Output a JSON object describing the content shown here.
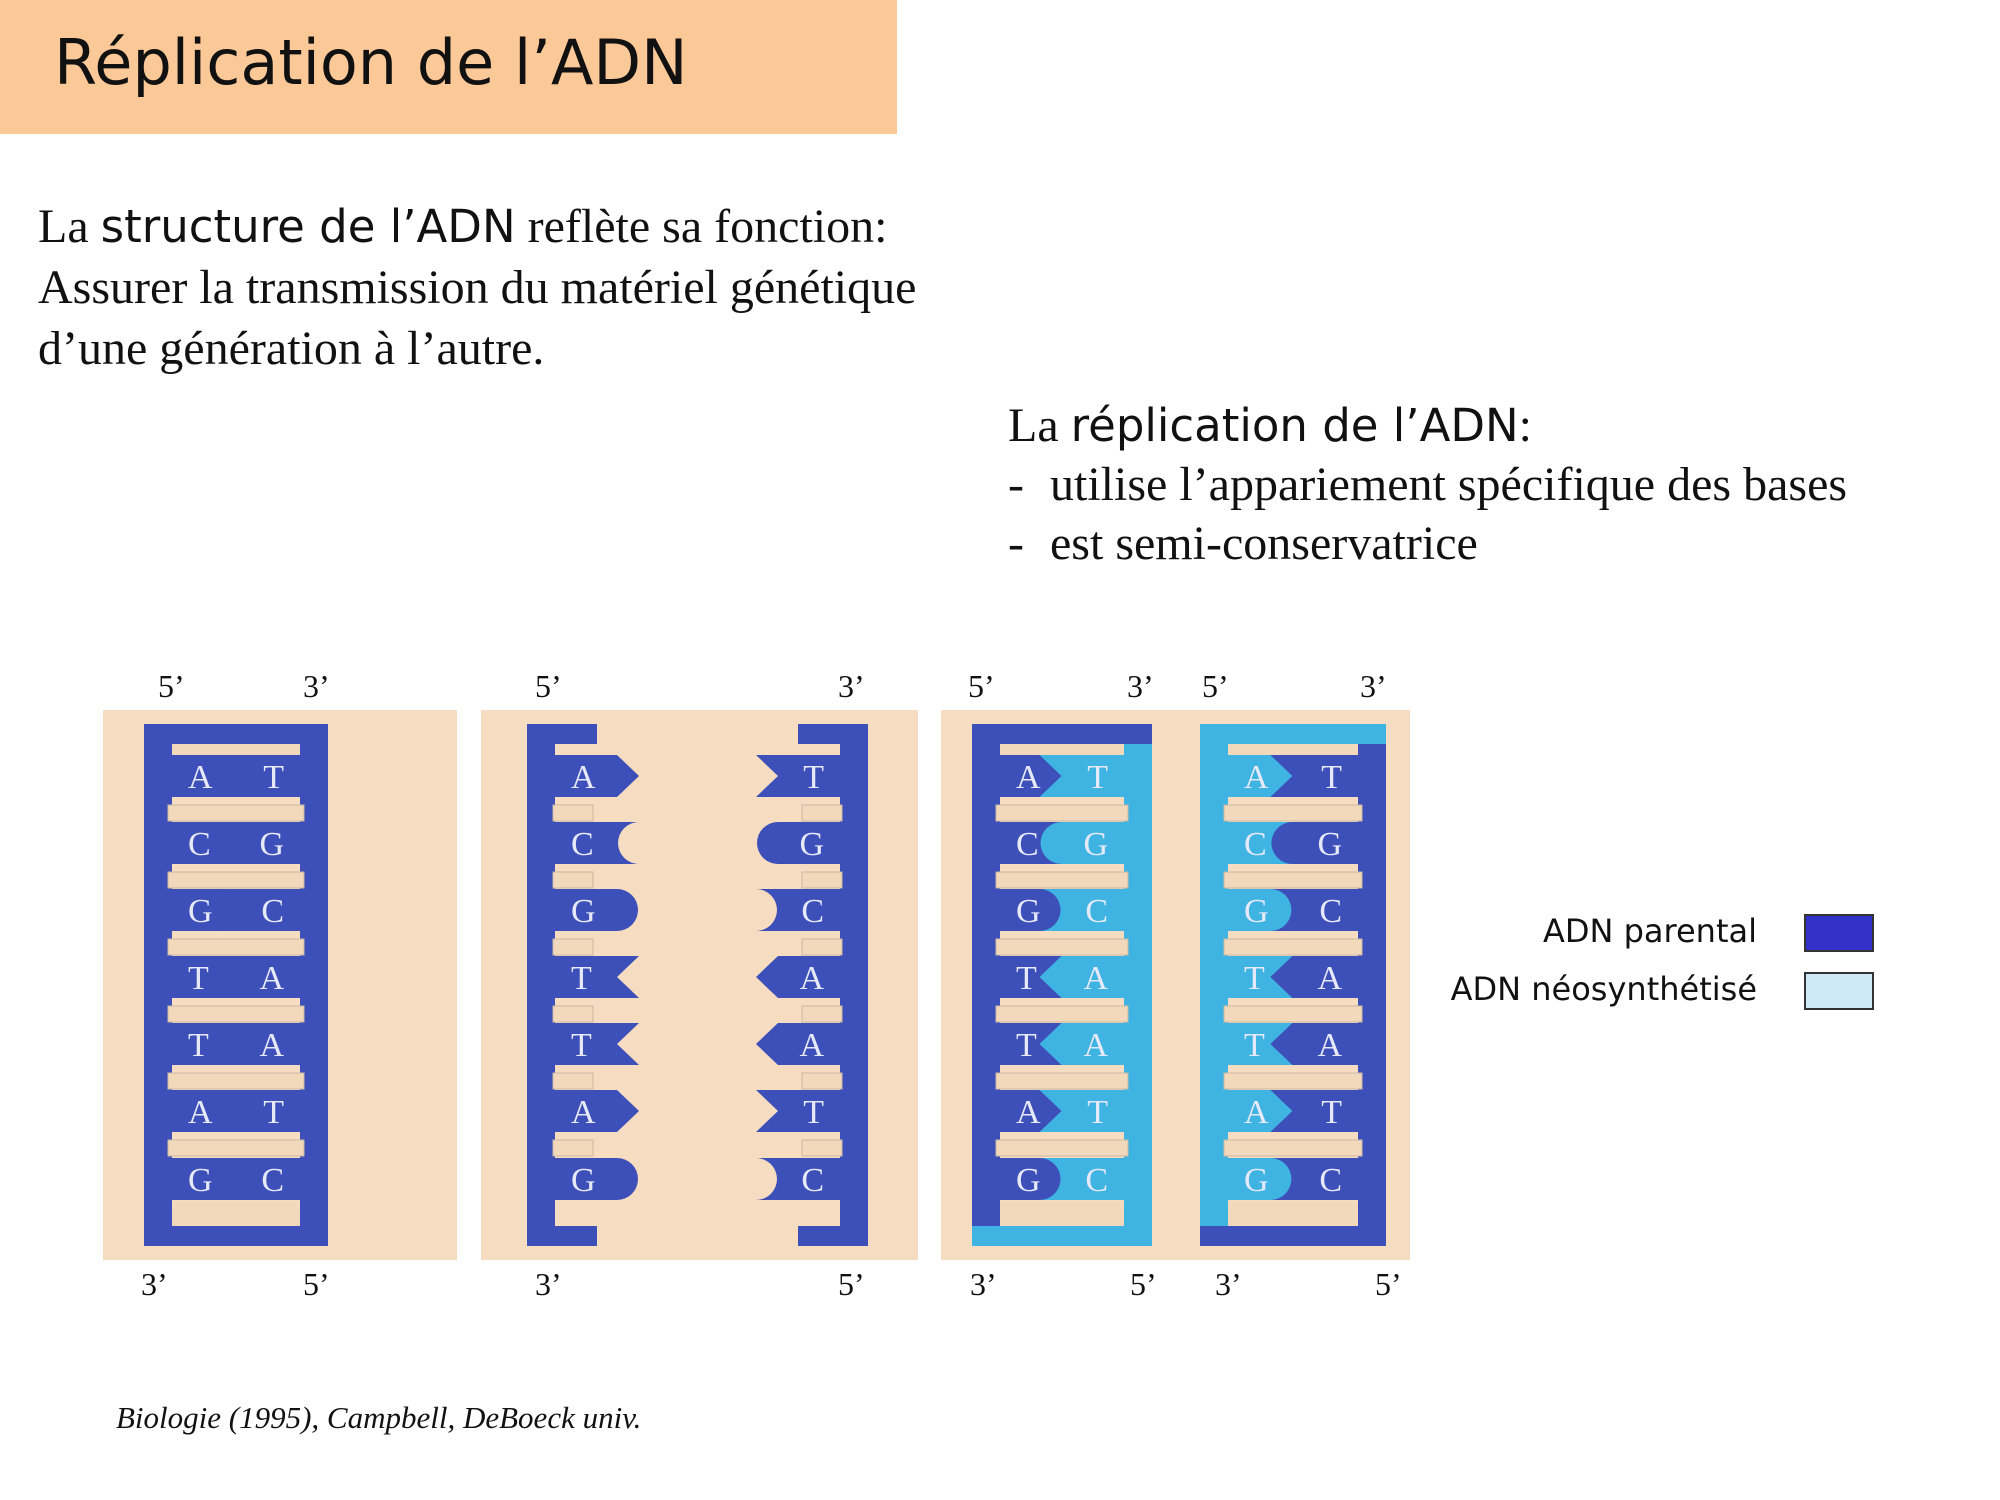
{
  "slide": {
    "title": "Réplication de l’ADN",
    "intro": {
      "prefix": "La ",
      "emphasis": "structure de l’ADN",
      "suffix": " reflète sa fonction:",
      "line2": "Assurer la transmission du matériel génétique",
      "line3": "d’une génération à l’autre."
    },
    "replication": {
      "prefix": "La ",
      "emphasis": "réplication de l’ADN",
      "suffix": ":",
      "bullets": [
        "utilise l’appariement spécifique des bases",
        "est semi-conservatrice"
      ],
      "dash": "-"
    },
    "diagram": {
      "end_labels": {
        "five_prime": "5’",
        "three_prime": "3’"
      },
      "left_strand_bases": [
        "A",
        "C",
        "G",
        "T",
        "T",
        "A",
        "G"
      ],
      "right_strand_bases": [
        "T",
        "G",
        "C",
        "A",
        "A",
        "T",
        "C"
      ],
      "colors": {
        "parental": "#3d4fb8",
        "new": "#3fb4e2",
        "background": "#f6dcc0",
        "rung": "#f3d9bb"
      }
    },
    "legend": {
      "parental_label": "ADN parental",
      "new_label": "ADN néosynthétisé",
      "parental_color": "#3232c8",
      "new_color": "#cfe9f8"
    },
    "citation": "Biologie (1995), Campbell, DeBoeck univ."
  }
}
